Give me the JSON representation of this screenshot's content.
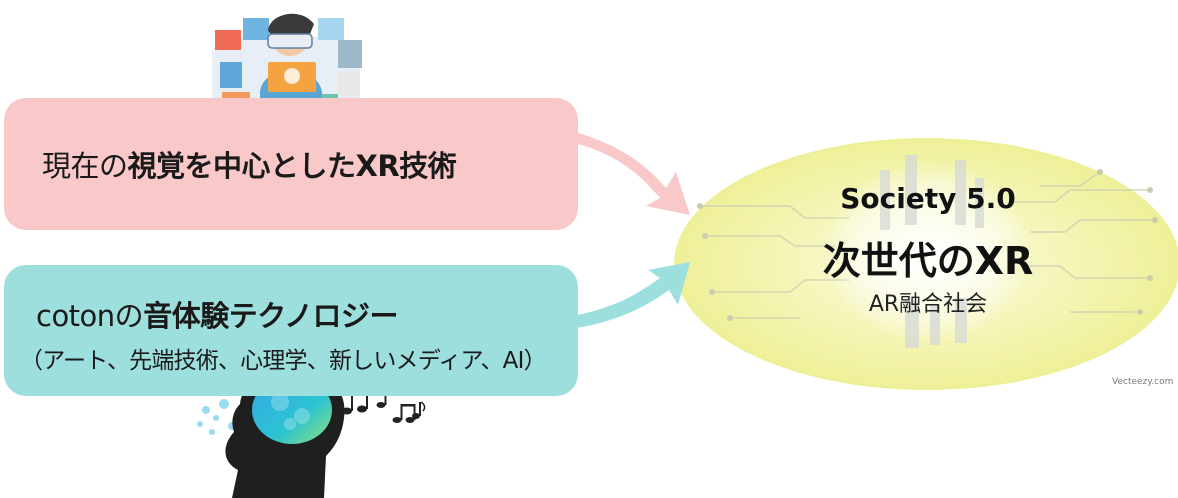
{
  "pink_box": {
    "prefix": "現在の",
    "emphasis": "視覚を中心としたXR技術"
  },
  "teal_box": {
    "prefix": "cotonの",
    "emphasis": "音体験テクノロジー",
    "detail": "（アート、先端技術、心理学、新しいメディア、AI）"
  },
  "ellipse": {
    "title": "Society 5.0",
    "main": "次世代のXR",
    "sub": "AR融合社会"
  },
  "credit": "Vecteezy.com",
  "colors": {
    "pink": "#f9c9c9",
    "teal": "#9ddfdd",
    "ellipse": "#f0f0a0",
    "text": "#1a1a1a"
  }
}
